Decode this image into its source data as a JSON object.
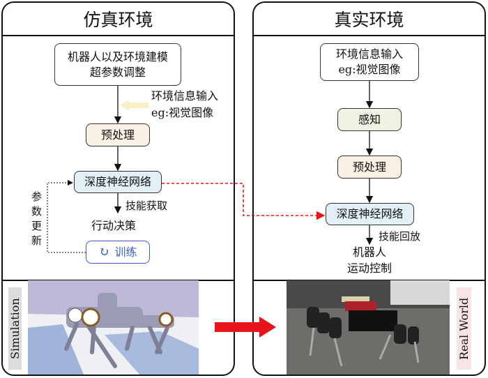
{
  "simulation": {
    "title": "仿真环境",
    "modeling": [
      "机器人以及环境建模",
      "超参数调整"
    ],
    "env_input": [
      "环境信息输入",
      "eg:视觉图像"
    ],
    "preprocess": "预处理",
    "dnn": "深度神经网络",
    "skill_label": "技能获取",
    "action": "行动决策",
    "train": "训练",
    "param_update": "参数更新",
    "image_label": "Simulation"
  },
  "real": {
    "title": "真实环境",
    "env_input": [
      "环境信息输入",
      "eg:视觉图像"
    ],
    "perception": "感知",
    "preprocess": "预处理",
    "dnn": "深度神经网络",
    "skill_label": "技能回放",
    "output": [
      "机器人",
      "运动控制"
    ],
    "image_label": "Real World"
  },
  "colors": {
    "preprocess": "#fbf0e4",
    "perception": "#eef3e4",
    "dnn": "#e3f0f7",
    "train_border": "#3a5fbf",
    "transfer": "#e8141c",
    "env_arrow": "#fbefc8"
  }
}
